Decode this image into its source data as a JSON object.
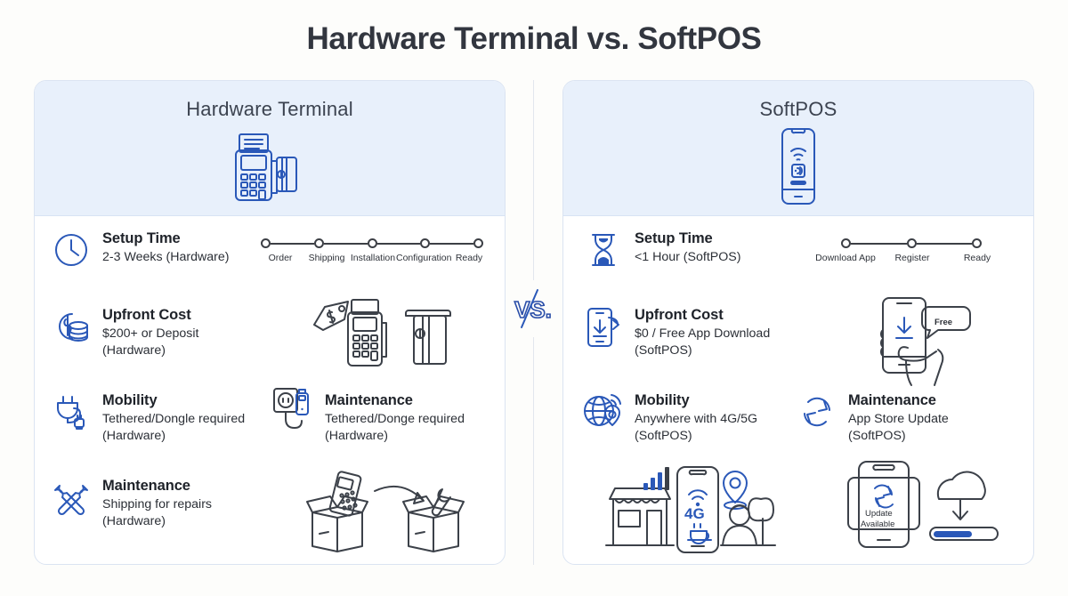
{
  "page": {
    "title": "Hardware Terminal vs. SoftPOS",
    "divider_badge": "VS.",
    "accent_color": "#2a58b8",
    "ink_color": "#3c4149",
    "panel_header_bg": "#e8f0fb",
    "background": "#fdfdfb"
  },
  "panels": [
    {
      "id": "hardware",
      "header_title": "Hardware Terminal",
      "header_icon": "card-payment-terminal-icon",
      "features": [
        {
          "icon": "clock-icon",
          "title": "Setup Time",
          "subtitle": "2-3 Weeks (Hardware)",
          "timeline": [
            "Order",
            "Shipping",
            "Installation",
            "Configuration",
            "Ready"
          ]
        },
        {
          "icon": "coins-dollar-icon",
          "title": "Upfront Cost",
          "subtitle": "$200+ or Deposit\n(Hardware)",
          "subtitle_line1": "$200+ or Deposit",
          "subtitle_line2": "(Hardware)",
          "illustration": "price-tag-terminal-card-illustration"
        },
        {
          "icon": "power-plug-icon",
          "title": "Mobility",
          "subtitle_line1": "Tethered/Dongle required",
          "subtitle_line2": "(Hardware)"
        },
        {
          "icon": "wall-socket-usb-dongle-icon",
          "title": "Maintenance",
          "subtitle_line1": "Tethered/Donge required",
          "subtitle_line2": "(Hardware)"
        },
        {
          "icon": "wrench-screwdriver-icon",
          "title": "Maintenance",
          "subtitle_line1": "Shipping for repairs",
          "subtitle_line2": "(Hardware)",
          "illustration": "shipping-box-repair-illustration"
        }
      ]
    },
    {
      "id": "softpos",
      "header_title": "SoftPOS",
      "header_icon": "smartphone-contactless-icon",
      "features": [
        {
          "icon": "hourglass-icon",
          "title": "Setup Time",
          "subtitle": "<1 Hour (SoftPOS)",
          "timeline": [
            "Download App",
            "Register",
            "Ready"
          ]
        },
        {
          "icon": "phone-download-icon",
          "title": "Upfront Cost",
          "subtitle_line1": "$0 / Free App Download",
          "subtitle_line2": "(SoftPOS)",
          "illustration": "hand-phone-free-download-illustration",
          "illustration_label": "Free"
        },
        {
          "icon": "globe-location-icon",
          "title": "Mobility",
          "subtitle_line1": "Anywhere with 4G/5G",
          "subtitle_line2": "(SoftPOS)",
          "illustration": "shop-phone-4g-location-people-illustration",
          "illustration_label": "4G"
        },
        {
          "icon": "refresh-sync-icon",
          "title": "Maintenance",
          "subtitle_line1": "App Store Update",
          "subtitle_line2": "(SoftPOS)",
          "illustration": "phone-update-cloud-download-illustration",
          "illustration_label_line1": "Update",
          "illustration_label_line2": "Available",
          "progress_percent": 60
        }
      ]
    }
  ]
}
